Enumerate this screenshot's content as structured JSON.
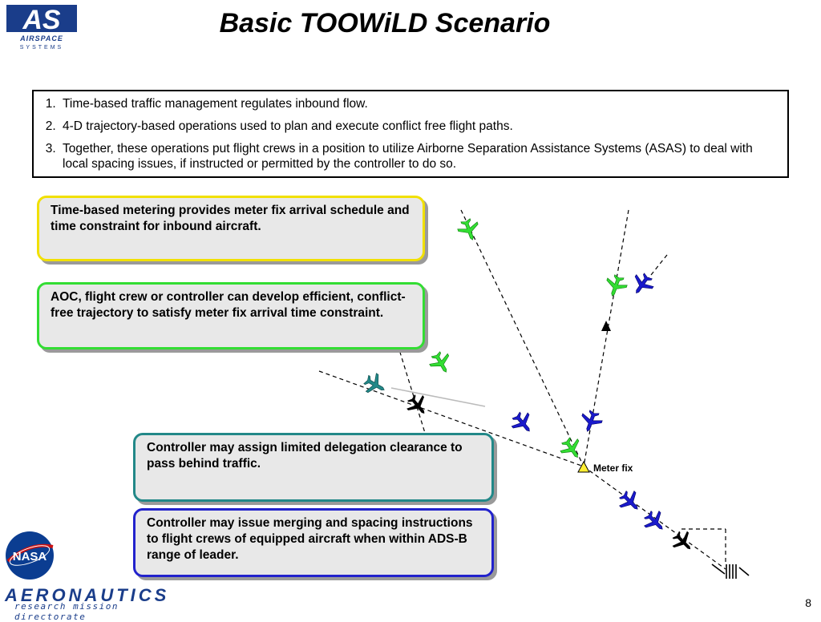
{
  "slide": {
    "title": "Basic TOOWiLD Scenario",
    "page_number": "8"
  },
  "logos": {
    "airspace": {
      "mark": "AS",
      "line1": "AIRSPACE",
      "line2": "SYSTEMS"
    },
    "nasa": {
      "text": "NASA"
    },
    "aeronautics": {
      "name": "AERONAUTICS",
      "subtitle": "research mission directorate"
    }
  },
  "steps": [
    "Time-based traffic management regulates inbound flow.",
    "4-D trajectory-based operations used to plan and execute conflict free flight paths.",
    "Together, these operations put flight crews in a position to utilize Airborne Separation Assistance Systems (ASAS) to deal with local spacing issues, if instructed or permitted by the controller to do so."
  ],
  "callouts": [
    {
      "text": "Time-based metering provides meter fix arrival schedule and time constraint for inbound aircraft.",
      "border_color": "#f1e000"
    },
    {
      "text": "AOC, flight crew or controller can develop efficient, conflict-free trajectory to satisfy meter fix arrival time constraint.",
      "border_color": "#33dd33"
    },
    {
      "text": "Controller may assign limited delegation clearance to pass behind traffic.",
      "border_color": "#228888"
    },
    {
      "text": "Controller may issue merging and spacing instructions to flight crews of equipped aircraft when within ADS-B range of leader.",
      "border_color": "#2222cc"
    }
  ],
  "diagram": {
    "meter_fix_label": "Meter fix",
    "colors": {
      "green": "#33dd33",
      "blue": "#1a1acc",
      "teal": "#228888",
      "black": "#000000",
      "meter_fix": "#ffee33"
    }
  }
}
